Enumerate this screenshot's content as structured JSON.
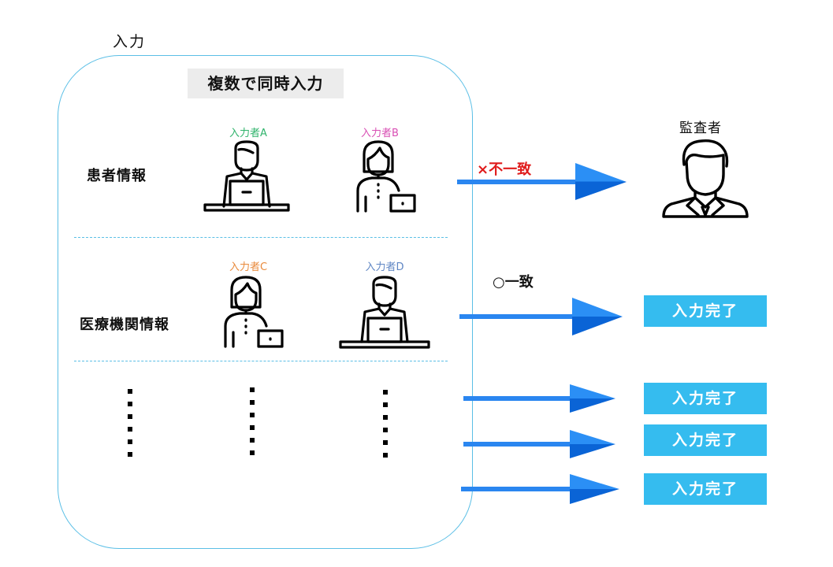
{
  "diagram": {
    "group_title": "入力",
    "header": "複数で同時入力",
    "rows": [
      {
        "label": "患者情報",
        "persons": [
          {
            "label": "入力者A",
            "color": "#2fb36b",
            "icon": "man-at-laptop-icon"
          },
          {
            "label": "入力者B",
            "color": "#d94fb4",
            "icon": "woman-with-laptop-icon"
          }
        ],
        "result": {
          "text": "×不一致",
          "color": "#e01b1b",
          "target": "auditor"
        }
      },
      {
        "label": "医療機関情報",
        "persons": [
          {
            "label": "入力者C",
            "color": "#e98a3c",
            "icon": "woman-with-laptop-icon"
          },
          {
            "label": "入力者D",
            "color": "#5f86c4",
            "icon": "man-at-laptop-icon"
          }
        ],
        "result": {
          "text": "○一致",
          "color": "#111111",
          "target": "done"
        }
      }
    ],
    "ellipsis_rows": 3,
    "auditor": {
      "label": "監査者",
      "icon": "businessman-icon"
    },
    "done_label": "入力完了",
    "colors": {
      "container_border": "#5bbfe6",
      "arrow": "#2a86f0",
      "done_box": "#35bcef",
      "header_bg": "#ececec"
    }
  }
}
